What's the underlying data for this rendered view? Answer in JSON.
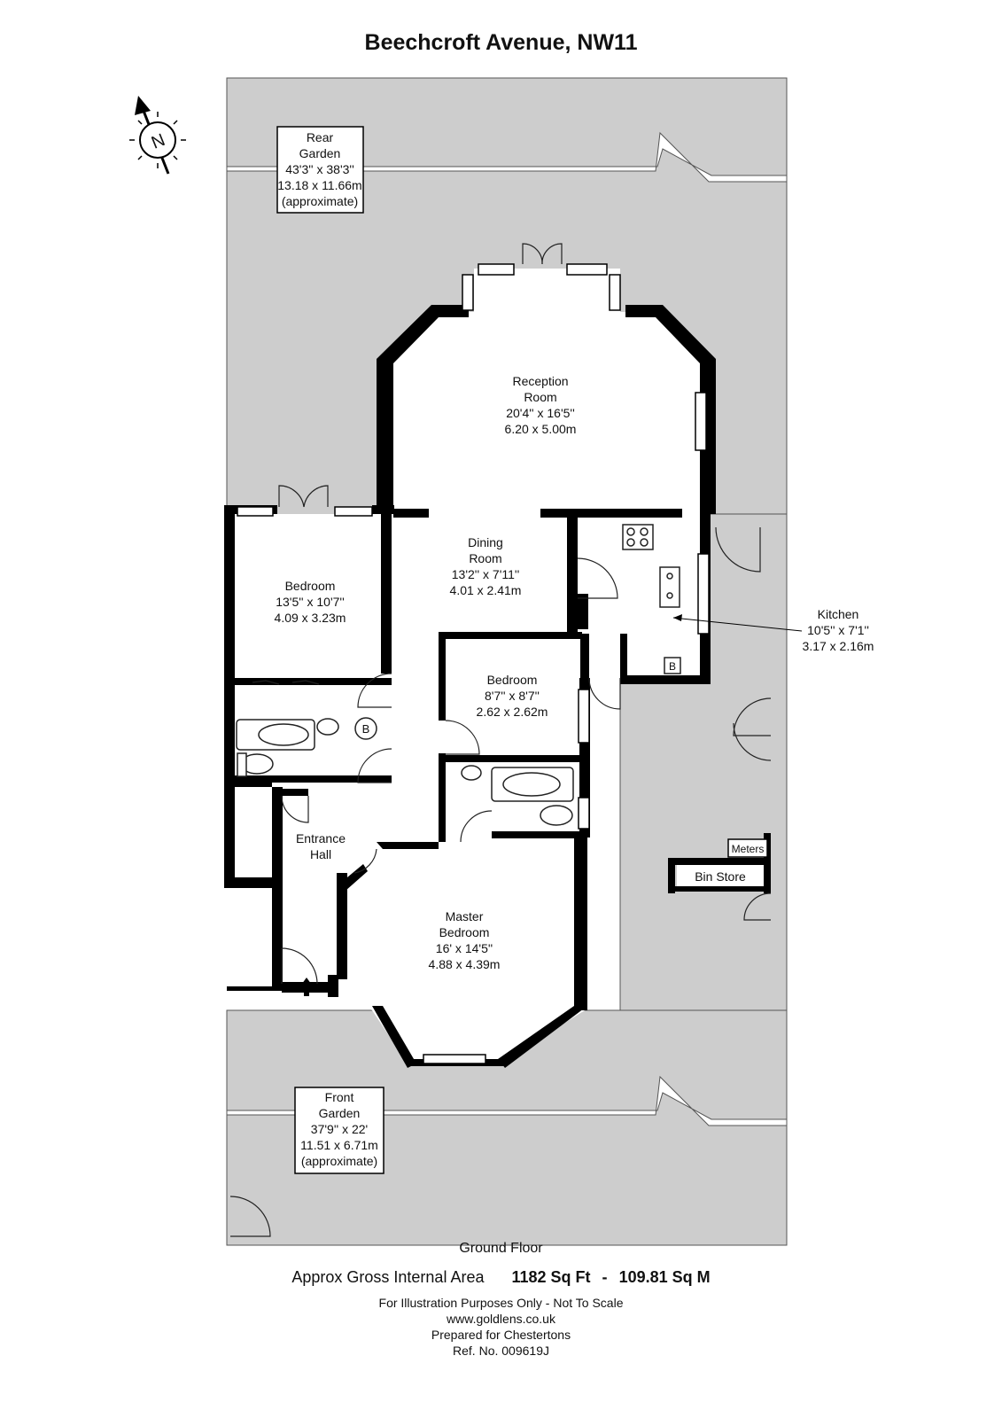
{
  "title": "Beechcroft Avenue, NW11",
  "compass": {
    "letter": "N"
  },
  "rooms": [
    {
      "id": "rear-garden",
      "lines": [
        "Rear",
        "Garden",
        "43'3'' x 38'3''",
        "13.18 x 11.66m",
        "(approximate)"
      ]
    },
    {
      "id": "reception",
      "lines": [
        "Reception",
        "Room",
        "20'4'' x 16'5''",
        "6.20 x 5.00m"
      ]
    },
    {
      "id": "dining",
      "lines": [
        "Dining",
        "Room",
        "13'2'' x 7'11''",
        "4.01 x 2.41m"
      ]
    },
    {
      "id": "bedroom-1",
      "lines": [
        "Bedroom",
        "13'5'' x 10'7''",
        "4.09 x 3.23m"
      ]
    },
    {
      "id": "kitchen",
      "lines": [
        "Kitchen",
        "10'5'' x 7'1''",
        "3.17 x 2.16m"
      ]
    },
    {
      "id": "bedroom-2",
      "lines": [
        "Bedroom",
        "8'7'' x 8'7''",
        "2.62 x 2.62m"
      ]
    },
    {
      "id": "entrance-hall",
      "lines": [
        "Entrance",
        "Hall"
      ]
    },
    {
      "id": "master-bedroom",
      "lines": [
        "Master",
        "Bedroom",
        "16' x 14'5''",
        "4.88 x 4.39m"
      ]
    },
    {
      "id": "front-garden",
      "lines": [
        "Front",
        "Garden",
        "37'9'' x 22'",
        "11.51 x 6.71m",
        "(approximate)"
      ]
    }
  ],
  "labels": {
    "meters": "Meters",
    "bin_store": "Bin Store",
    "boiler": "B"
  },
  "footer": {
    "floor": "Ground Floor",
    "area_label": "Approx Gross Internal Area",
    "area_sqft": "1182 Sq Ft",
    "separator": "-",
    "area_sqm": "109.81 Sq M",
    "disclaimer": "For Illustration Purposes Only - Not To Scale",
    "website": "www.goldlens.co.uk",
    "prepared": "Prepared for Chestertons",
    "ref": "Ref. No. 009619J"
  },
  "colors": {
    "wall": "#000000",
    "garden": "#cdcdcd",
    "floor": "#ffffff",
    "fixture_stroke": "#222222"
  }
}
